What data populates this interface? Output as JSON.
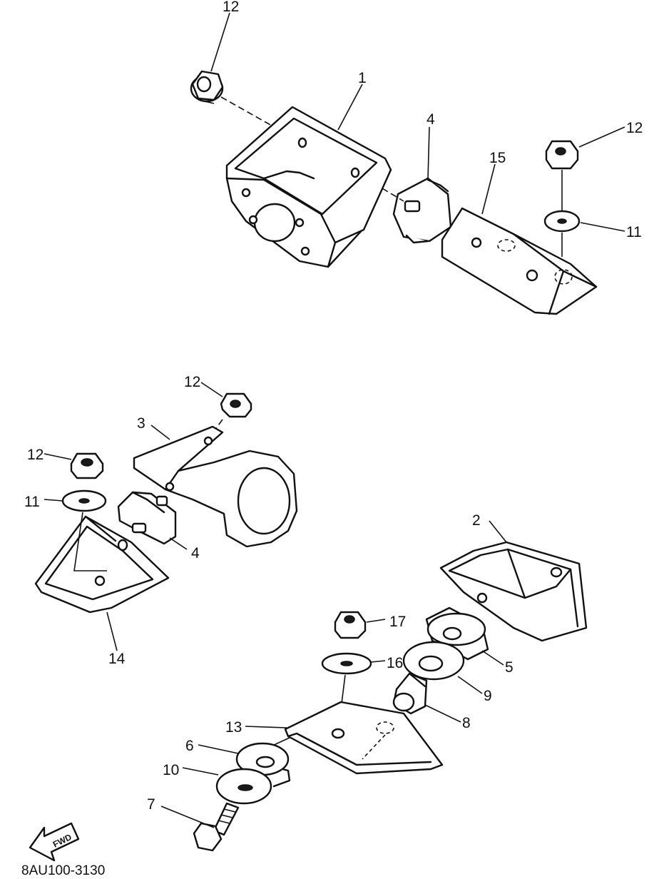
{
  "diagram": {
    "document_code": "8AU100-3130",
    "fwd_arrow_text": "FWD",
    "callouts": [
      {
        "id": "c12a",
        "label": "12"
      },
      {
        "id": "c1",
        "label": "1"
      },
      {
        "id": "c4a",
        "label": "4"
      },
      {
        "id": "c15",
        "label": "15"
      },
      {
        "id": "c12b",
        "label": "12"
      },
      {
        "id": "c11a",
        "label": "11"
      },
      {
        "id": "c12c",
        "label": "12"
      },
      {
        "id": "c3",
        "label": "3"
      },
      {
        "id": "c12d",
        "label": "12"
      },
      {
        "id": "c11b",
        "label": "11"
      },
      {
        "id": "c4b",
        "label": "4"
      },
      {
        "id": "c14",
        "label": "14"
      },
      {
        "id": "c2",
        "label": "2"
      },
      {
        "id": "c17",
        "label": "17"
      },
      {
        "id": "c16",
        "label": "16"
      },
      {
        "id": "c5",
        "label": "5"
      },
      {
        "id": "c9",
        "label": "9"
      },
      {
        "id": "c8",
        "label": "8"
      },
      {
        "id": "c13",
        "label": "13"
      },
      {
        "id": "c6",
        "label": "6"
      },
      {
        "id": "c10",
        "label": "10"
      },
      {
        "id": "c7",
        "label": "7"
      }
    ]
  }
}
